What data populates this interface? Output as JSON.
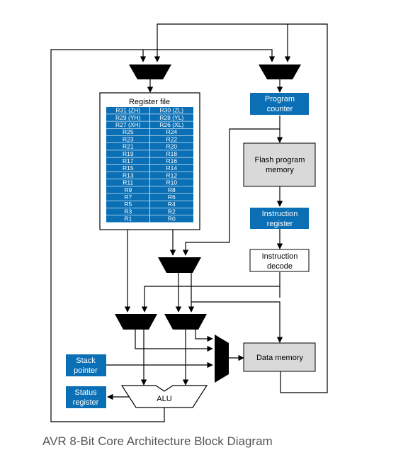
{
  "colors": {
    "blue_box": "#0a6fb5",
    "gray_box": "#d9d9d9",
    "mux": "#000000",
    "line": "#000000",
    "register_row": "#0a6fb5"
  },
  "blocks": {
    "register_file_title": "Register file",
    "program_counter": [
      "Program",
      "counter"
    ],
    "flash_program_memory": [
      "Flash program",
      "memory"
    ],
    "instruction_register": [
      "Instruction",
      "register"
    ],
    "instruction_decode": [
      "Instruction",
      "decode"
    ],
    "data_memory": "Data memory",
    "stack_pointer": [
      "Stack",
      "pointer"
    ],
    "status_register": [
      "Status",
      "register"
    ],
    "alu": "ALU"
  },
  "registers": [
    [
      "R31 (ZH)",
      "R30 (ZL)"
    ],
    [
      "R29 (YH)",
      "R28 (YL)"
    ],
    [
      "R27 (XH)",
      "R26 (XL)"
    ],
    [
      "R25",
      "R24"
    ],
    [
      "R23",
      "R22"
    ],
    [
      "R21",
      "R20"
    ],
    [
      "R19",
      "R18"
    ],
    [
      "R17",
      "R16"
    ],
    [
      "R15",
      "R14"
    ],
    [
      "R13",
      "R12"
    ],
    [
      "R11",
      "R10"
    ],
    [
      "R9",
      "R8"
    ],
    [
      "R7",
      "R6"
    ],
    [
      "R5",
      "R4"
    ],
    [
      "R3",
      "R2"
    ],
    [
      "R1",
      "R0"
    ]
  ],
  "caption": "AVR 8-Bit Core Architecture Block Diagram"
}
